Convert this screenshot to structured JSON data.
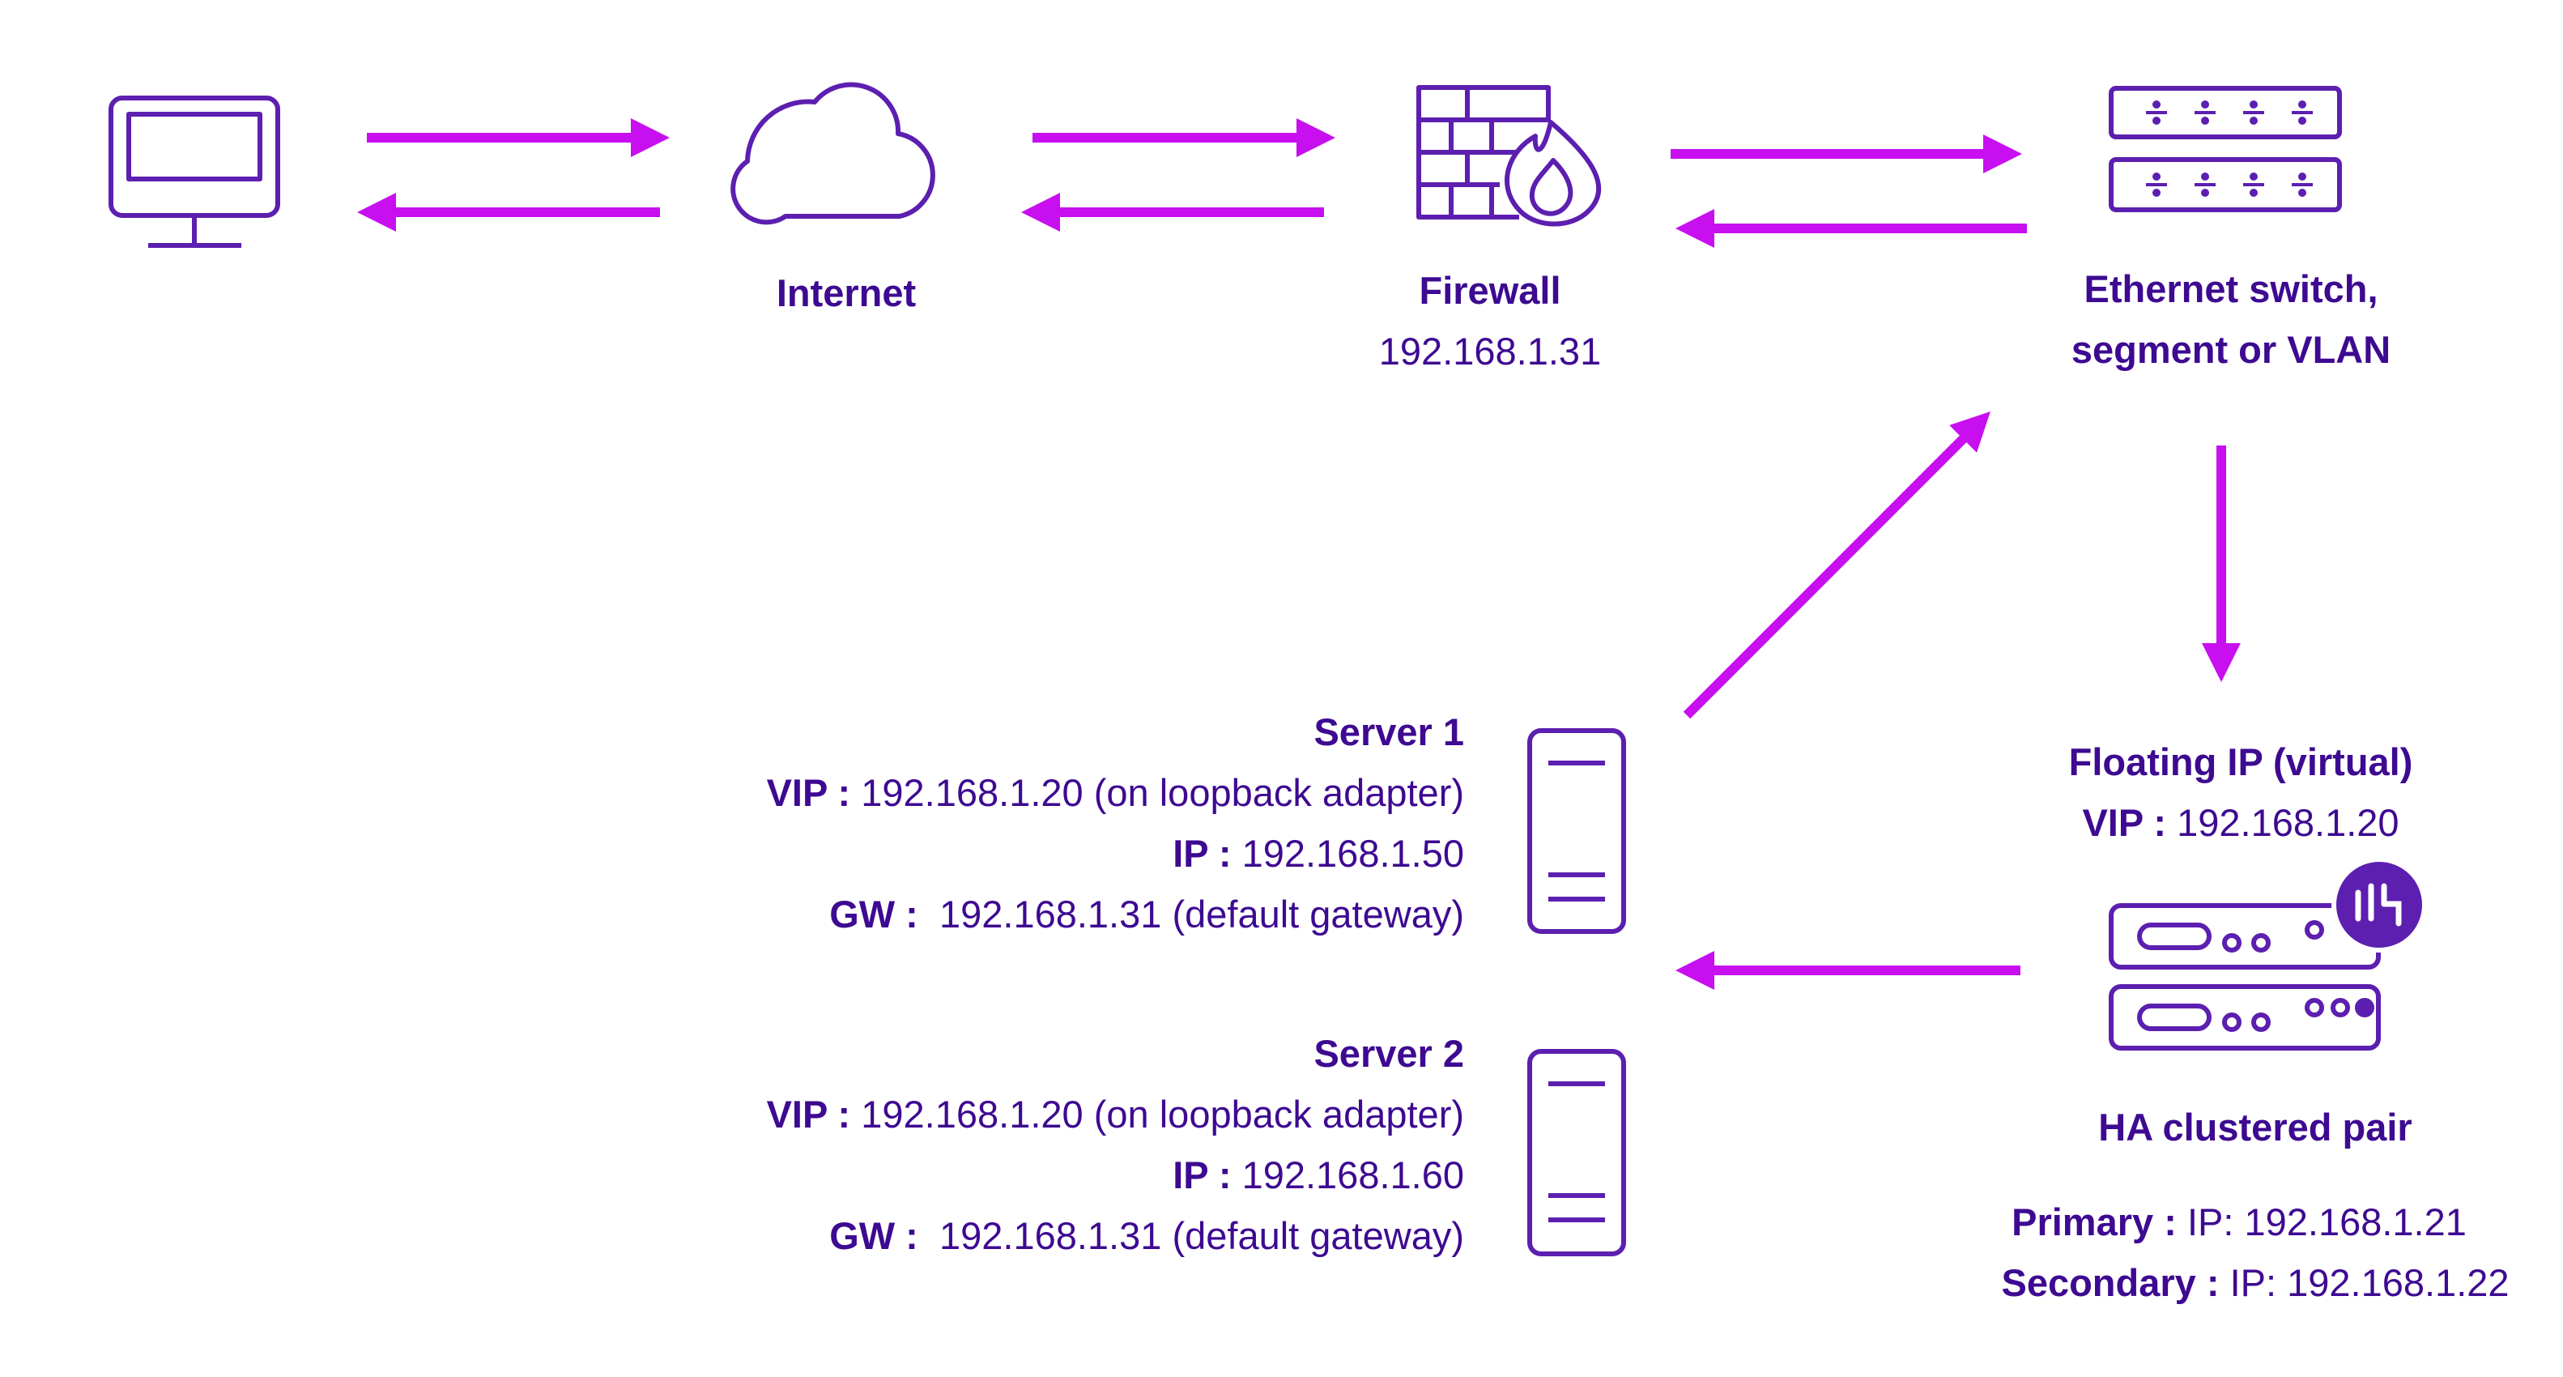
{
  "colors": {
    "accent": "#c80ff0",
    "ink": "#3d0a91",
    "background": "#ffffff"
  },
  "icons": {
    "client": "monitor-icon",
    "internet": "cloud-icon",
    "firewall": "firewall-icon",
    "switch": "ethernet-switch-icon",
    "server1": "server-icon",
    "server2": "server-icon",
    "load_balancer": "load-balancer-appliance-icon",
    "badge": "loadbalancer-logo-icon"
  },
  "internet": {
    "label": "Internet"
  },
  "firewall": {
    "label": "Firewall",
    "ip": "192.168.1.31"
  },
  "switch": {
    "line1": "Ethernet switch,",
    "line2": "segment or VLAN"
  },
  "floating_ip": {
    "title": "Floating IP (virtual)",
    "vip_key": "VIP :",
    "vip_value": "192.168.1.20"
  },
  "ha_pair": {
    "title": "HA clustered pair",
    "primary_key": "Primary :",
    "primary_value": "IP: 192.168.1.21",
    "secondary_key": "Secondary :",
    "secondary_value": "IP: 192.168.1.22"
  },
  "server1": {
    "title": "Server 1",
    "vip_key": "VIP :",
    "vip_value": "192.168.1.20 (on loopback adapter)",
    "ip_key": "IP :",
    "ip_value": "192.168.1.50",
    "gw_key": "GW :",
    "gw_value": "192.168.1.31 (default gateway)"
  },
  "server2": {
    "title": "Server 2",
    "vip_key": "VIP :",
    "vip_value": "192.168.1.20 (on loopback adapter)",
    "ip_key": "IP :",
    "ip_value": "192.168.1.60",
    "gw_key": "GW :",
    "gw_value": "192.168.1.31 (default gateway)"
  }
}
